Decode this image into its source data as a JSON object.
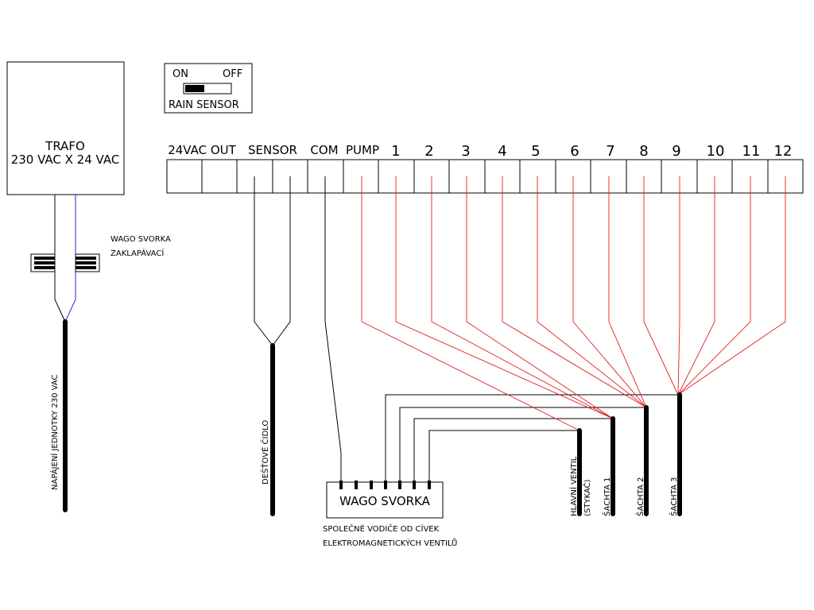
{
  "trafo": {
    "line1": "TRAFO",
    "line2": "230 VAC X 24 VAC"
  },
  "rain_switch": {
    "on_label": "ON",
    "off_label": "OFF",
    "caption": "RAIN SENSOR"
  },
  "terminal_labels": {
    "out": "24VAC OUT",
    "sensor": "SENSOR",
    "com": "COM",
    "pump": "PUMP",
    "zones": [
      "1",
      "2",
      "3",
      "4",
      "5",
      "6",
      "7",
      "8",
      "9",
      "10",
      "11",
      "12"
    ]
  },
  "wago_clip_label": {
    "line1": "WAGO SVORKA",
    "line2": "ZAKLAPÁVACÍ"
  },
  "cable_labels": {
    "power": "NAPÁJENÍ JEDNOTKY 230 VAC",
    "rain": "DEŠŤOVÉ ČIDLO",
    "main_valve_1": "HLAVNÍ VENTIL",
    "main_valve_2": "(STYKAČ)",
    "shaft1": "ŠACHTA 1",
    "shaft2": "ŠACHTA 2",
    "shaft3": "ŠACHTA 3"
  },
  "wago_block": {
    "label": "WAGO SVORKA",
    "caption1": "SPOLEČNÉ VODIČE OD CÍVEK",
    "caption2": "ELEKTROMAGNETICKÝCH VENTILŮ"
  },
  "colors": {
    "zone_wire": "#e02020",
    "power_wire": "#2a2ad0",
    "wire": "#000000"
  }
}
